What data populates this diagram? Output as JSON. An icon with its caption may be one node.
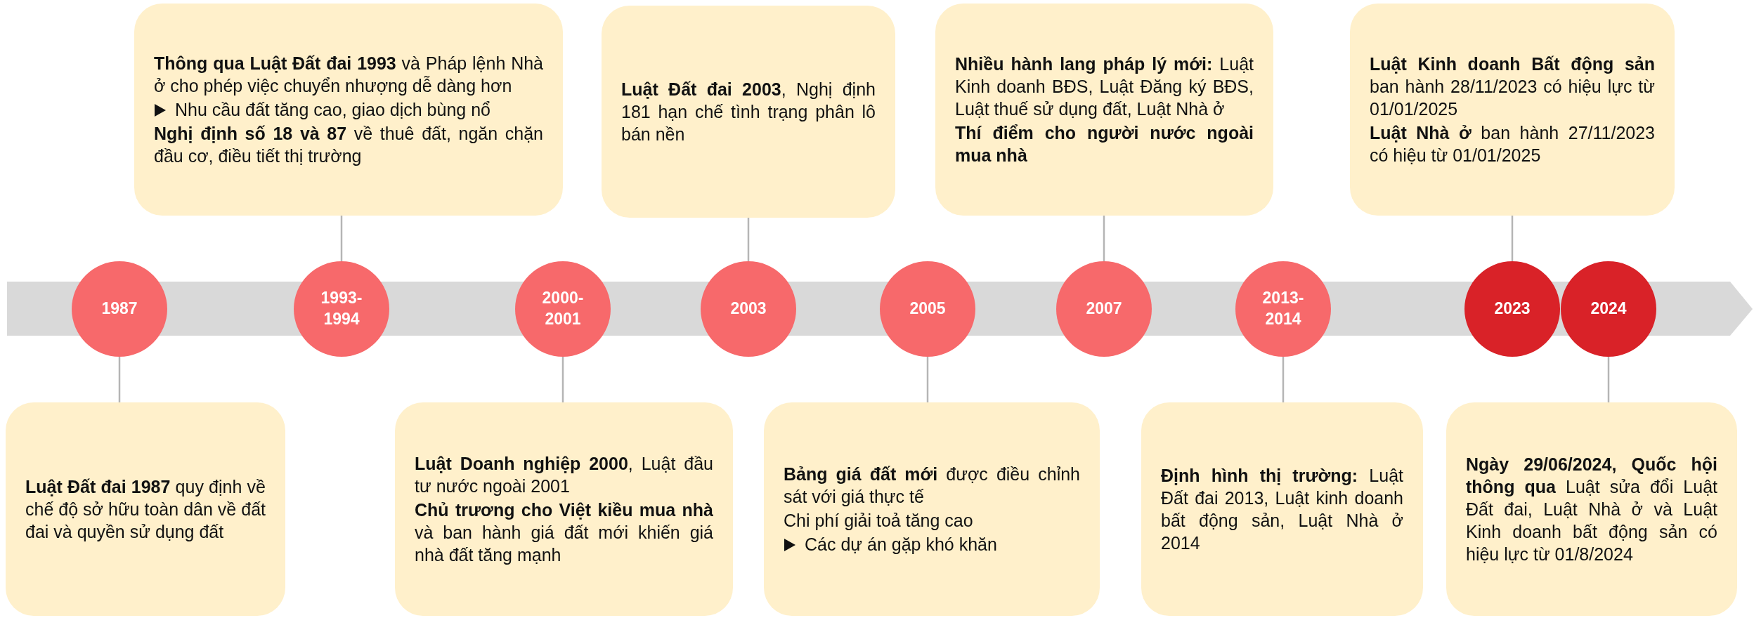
{
  "diagram": {
    "nodes": [
      {
        "text": [
          "**Thông qua Luật Đất đai 1993** và Pháp lệnh Nhà ở cho phép việc chuyển nhượng dễ dàng hơn",
          "Nhu cầu đất tăng cao, giao dịch bùng nổ",
          "**Nghị định số 18 và 87** về thuê đất, ngăn chặn đầu cơ, điều tiết thị trường"
        ]
      },
      {
        "text": [
          "**Luật Đất đai 2003**, Nghị định 181 hạn chế tình trạng phân lô bán nền"
        ]
      },
      {
        "text": [
          "**Nhiều hành lang pháp lý mới:** Luật Kinh doanh BĐS, Luật Đăng ký BĐS, Luật thuế sử dụng đất, Luật Nhà ở",
          "**Thí điểm cho người nước ngoài mua nhà**"
        ]
      },
      {
        "text": [
          "**Luật Kinh doanh Bất động sản** ban hành 28/11/2023 có hiệu lực từ 01/01/2025",
          "**Luật Nhà ở** ban hành 27/11/2023 có hiệu từ 01/01/2025"
        ]
      },
      {
        "text": [
          "1987"
        ]
      },
      {
        "text": [
          "1993-1994"
        ]
      },
      {
        "text": [
          "2000-2001"
        ]
      },
      {
        "text": [
          "2003"
        ]
      },
      {
        "text": [
          "2005"
        ]
      },
      {
        "text": [
          "2007"
        ]
      },
      {
        "text": [
          "2013-2014"
        ]
      },
      {
        "text": [
          "2023"
        ]
      },
      {
        "text": [
          "2024"
        ]
      },
      {
        "text": [
          "**Luật Đất đai 1987** quy định về chế độ sở hữu toàn dân về đất đai và quyền sử dụng đất"
        ]
      },
      {
        "text": [
          "**Luật Doanh nghiệp 2000**, Luật đầu tư nước ngoài 2001",
          "**Chủ trương cho Việt kiều mua nhà** và ban hành giá đất mới khiến giá nhà đất tăng mạnh"
        ]
      },
      {
        "text": [
          "**Bảng giá đất mới** được điều chỉnh sát với giá thực tế",
          "Chi phí giải toả tăng cao",
          "Các dự án gặp khó khăn"
        ]
      },
      {
        "text": [
          "**Định hình thị trường:** Luật Đất đai 2013, Luật kinh doanh bất động sản, Luật Nhà ở 2014"
        ]
      },
      {
        "text": [
          "**Ngày 29/06/2024, Quốc hội thông qua** Luật sửa đổi Luật Đất đai, Luật Nhà ở và Luật Kinh doanh bất động sản có hiệu lực từ 01/8/2024"
        ]
      }
    ],
    "edges": [
      {
        "from": 4,
        "to": 13,
        "arrow": "none"
      },
      {
        "from": 5,
        "to": 0,
        "arrow": "none"
      },
      {
        "from": 6,
        "to": 14,
        "arrow": "none"
      },
      {
        "from": 7,
        "to": 1,
        "arrow": "none"
      },
      {
        "from": 8,
        "to": 15,
        "arrow": "none"
      },
      {
        "from": 9,
        "to": 2,
        "arrow": "none"
      },
      {
        "from": 10,
        "to": 16,
        "arrow": "none"
      },
      {
        "from": 11,
        "to": 3,
        "arrow": "none"
      },
      {
        "from": 12,
        "to": 17,
        "arrow": "none"
      }
    ]
  }
}
